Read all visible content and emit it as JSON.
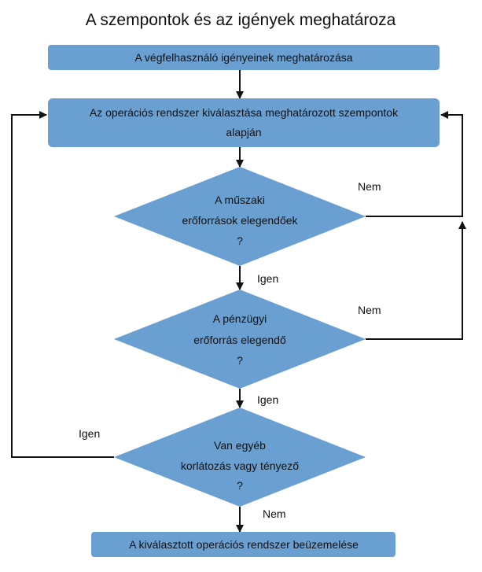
{
  "title": "A szempontok és az igények meghatároza",
  "colors": {
    "shape_fill": "#6a9fd1",
    "line": "#111111",
    "text": "#111111"
  },
  "nodes": {
    "step1": "A végfelhasználó igényeinek meghatározása",
    "step2_line1": "Az operációs rendszer kiválasztása meghatározott szempontok",
    "step2_line2": "alapján",
    "decision1_line1": "A műszaki",
    "decision1_line2": "erőforrások elegendőek",
    "decision1_line3": "?",
    "decision2_line1": "A pénzügyi",
    "decision2_line2": "erőforrás elegendő",
    "decision2_line3": "?",
    "decision3_line1": "Van egyéb",
    "decision3_line2": "korlátozás vagy tényező",
    "decision3_line3": "?",
    "final": "A kiválasztott operációs rendszer beüzemelése"
  },
  "edge_labels": {
    "d1_yes": "Igen",
    "d1_no": "Nem",
    "d2_yes": "Igen",
    "d2_no": "Nem",
    "d3_yes": "Igen",
    "d3_no": "Nem"
  }
}
